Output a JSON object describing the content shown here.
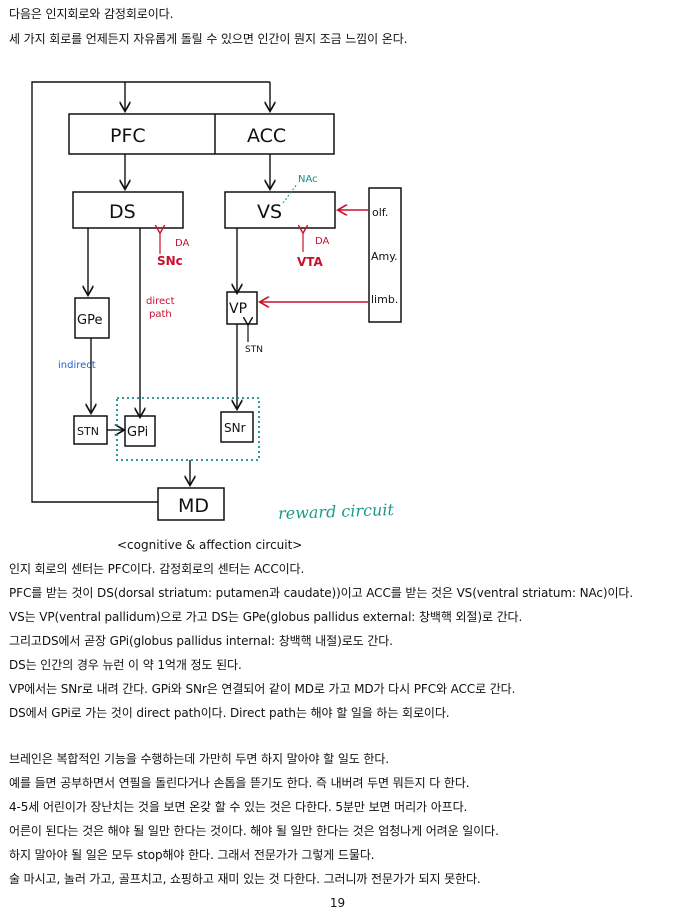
{
  "intro": [
    "다음은 인지회로와 감정회로이다.",
    "세 가지 회로를 언제든지 자유롭게 돌릴 수 있으면 인간이 뭔지 조금 느낌이 온다."
  ],
  "diagram": {
    "boxes": {
      "pfc": "PFC",
      "acc": "ACC",
      "ds": "DS",
      "vs": "VS",
      "gpe": "GPe",
      "vp": "VP",
      "stn": "STN",
      "gpi": "GPi",
      "snr": "SNr",
      "md": "MD",
      "olf": "olf.",
      "amy": "Amy.",
      "limb": "limb."
    },
    "labels": {
      "nac": "NAc",
      "da1": "DA",
      "snc": "SNc",
      "da2": "DA",
      "vta": "VTA",
      "direct": "direct",
      "path": "path",
      "indirect": "indirect",
      "stn_small": "STN"
    },
    "reward": "reward circuit",
    "caption": "<cognitive & affection circuit>"
  },
  "body": [
    "인지 회로의 센터는 PFC이다. 감정회로의 센터는 ACC이다.",
    "PFC를 받는 것이 DS(dorsal striatum: putamen과 caudate))이고 ACC를 받는 것은 VS(ventral striatum: NAc)이다.",
    "VS는 VP(ventral pallidum)으로 가고 DS는 GPe(globus pallidus external: 창백핵 외절)로 간다.",
    "그리고DS에서 곧장 GPi(globus pallidus internal: 창백핵 내절)로도 간다.",
    "DS는 인간의 경우 뉴런 이 약 1억개 정도 된다.",
    "VP에서는 SNr로 내려 간다. GPi와 SNr은 연결되어 같이 MD로 가고 MD가 다시 PFC와 ACC로 간다.",
    "DS에서 GPi로 가는 것이 direct path이다. Direct path는 해야 할 일을 하는 회로이다.",
    "",
    "브레인은 복합적인 기능을 수행하는데 가만히 두면 하지 말아야 할 일도 한다.",
    "예를 들면 공부하면서 연필을 돌린다거나 손톱을 뜯기도 한다. 즉 내버려 두면 뭐든지 다 한다.",
    "4-5세 어린이가 장난치는 것을 보면 온갖 할 수 있는 것은 다한다. 5분만 보면 머리가 아프다.",
    "어른이 된다는 것은 해야 될 일만 한다는 것이다. 해야 될 일만 한다는 것은 엄청나게 어려운 일이다.",
    "하지 말아야 될 일은 모두 stop해야 한다. 그래서 전문가가 그렇게 드물다.",
    "술 마시고, 놀러 가고, 골프치고, 쇼핑하고 재미 있는 것 다한다. 그러니까 전문가가 되지 못한다."
  ],
  "page_number": "19"
}
